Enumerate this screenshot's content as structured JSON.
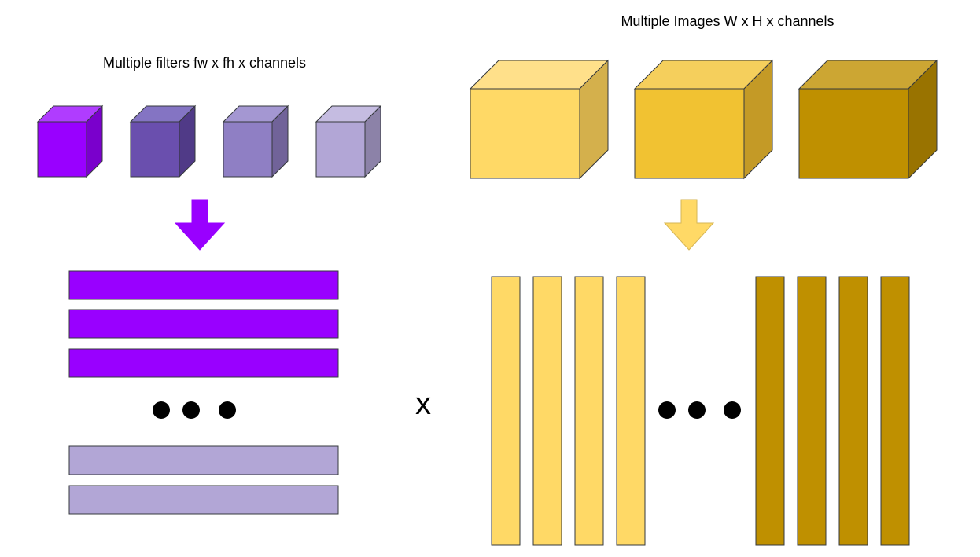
{
  "labels": {
    "filters_title": "Multiple filters fw x fh x channels",
    "images_title": "Multiple Images W x H x channels",
    "operator": "x"
  },
  "filters": {
    "cube_colors": [
      {
        "front": "#9900ff",
        "top": "#b03cff",
        "side": "#7a00cc"
      },
      {
        "front": "#6a4fae",
        "top": "#8474c3",
        "side": "#503a87"
      },
      {
        "front": "#8f7fc4",
        "top": "#a497d2",
        "side": "#716399"
      },
      {
        "front": "#b2a6d6",
        "top": "#c5bce1",
        "side": "#8c82a8"
      }
    ],
    "arrow_color": "#9900ff",
    "bars_before_ellipsis": 3,
    "bars_after_ellipsis": 2,
    "bar_color_before": "#9900ff",
    "bar_color_after": "#b2a6d6"
  },
  "images": {
    "cube_colors": [
      {
        "front": "#ffd966",
        "top": "#ffe08a",
        "side": "#d4b04c"
      },
      {
        "front": "#f1c232",
        "top": "#f5cf5c",
        "side": "#c49a26"
      },
      {
        "front": "#bf9000",
        "top": "#cca633",
        "side": "#997300"
      }
    ],
    "arrow_color": "#ffd966",
    "bars_before_ellipsis": 4,
    "bars_after_ellipsis": 4,
    "bar_color_before": "#ffd966",
    "bar_color_after": "#bf9000"
  },
  "stroke_color": "#36393d",
  "dot_color": "#000000"
}
